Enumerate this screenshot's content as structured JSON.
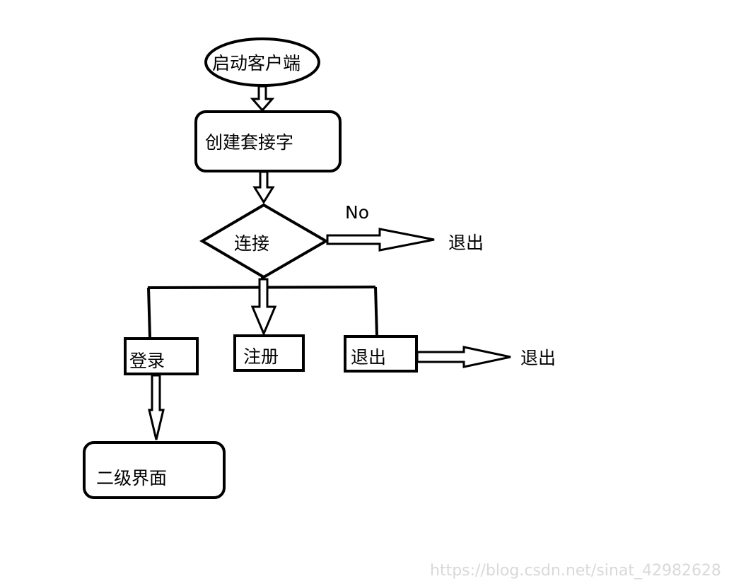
{
  "nodes": {
    "start": "启动客户端",
    "create_socket": "创建套接字",
    "connect": "连接",
    "login": "登录",
    "register": "注册",
    "exit_box": "退出",
    "second_menu": "二级界面"
  },
  "labels": {
    "no": "No",
    "exit_after_connect": "退出",
    "exit_after_exit_box": "退出"
  },
  "watermark": "https://blog.csdn.net/sinat_42982628"
}
